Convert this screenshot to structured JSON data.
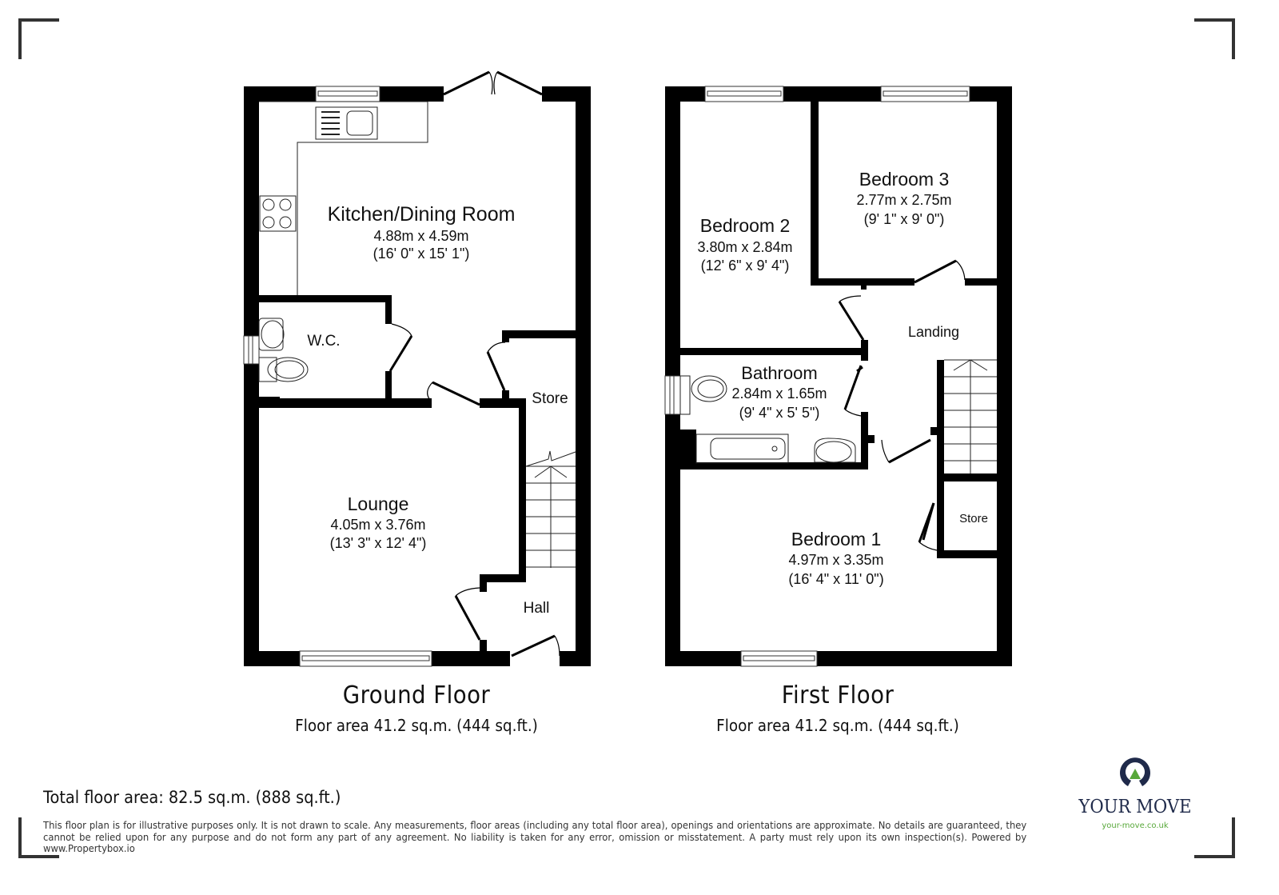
{
  "ground_floor": {
    "title": "Ground Floor",
    "area": "Floor area 41.2 sq.m. (444 sq.ft.)",
    "rooms": [
      {
        "name": "Kitchen/Dining Room",
        "metric": "4.88m x 4.59m",
        "imperial": "(16' 0\" x 15' 1\")"
      },
      {
        "name": "W.C.",
        "metric": "",
        "imperial": ""
      },
      {
        "name": "Store",
        "metric": "",
        "imperial": ""
      },
      {
        "name": "Lounge",
        "metric": "4.05m x 3.76m",
        "imperial": "(13' 3\" x 12' 4\")"
      },
      {
        "name": "Hall",
        "metric": "",
        "imperial": ""
      }
    ]
  },
  "first_floor": {
    "title": "First Floor",
    "area": "Floor area 41.2 sq.m. (444 sq.ft.)",
    "rooms": [
      {
        "name": "Bedroom 2",
        "metric": "3.80m x 2.84m",
        "imperial": "(12' 6\" x 9' 4\")"
      },
      {
        "name": "Bedroom 3",
        "metric": "2.77m x 2.75m",
        "imperial": "(9' 1\" x 9' 0\")"
      },
      {
        "name": "Landing",
        "metric": "",
        "imperial": ""
      },
      {
        "name": "Bathroom",
        "metric": "2.84m x 1.65m",
        "imperial": "(9' 4\" x 5' 5\")"
      },
      {
        "name": "Store",
        "metric": "",
        "imperial": ""
      },
      {
        "name": "Bedroom 1",
        "metric": "4.97m x 3.35m",
        "imperial": "(16' 4\" x 11' 0\")"
      }
    ]
  },
  "total_area": "Total floor area: 82.5 sq.m. (888 sq.ft.)",
  "disclaimer": "This floor plan is for illustrative purposes only. It is not drawn to scale. Any measurements, floor areas (including any total floor area), openings and orientations are approximate. No details are guaranteed, they cannot be relied upon for any purpose and do not form any part of any agreement. No liability is taken for any error, omission or misstatement. A party must rely upon its own inspection(s). Powered by www.Propertybox.io",
  "logo": {
    "name": "YOUR MOVE",
    "url": "your-move.co.uk",
    "colors": {
      "navy": "#1f2a4a",
      "green": "#58a83a"
    }
  }
}
